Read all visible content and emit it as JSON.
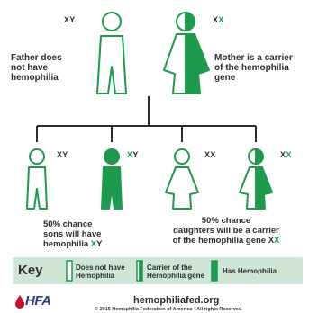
{
  "parents": {
    "father": {
      "chromosomes": "XY",
      "label_line1": "Father does",
      "label_line2": "not have",
      "label_line3": "hemophilia"
    },
    "mother": {
      "chromosome_x1": "X",
      "chromosome_x2": "X",
      "label_line1": "Mother is a carrier",
      "label_line2": "of the hemophilia",
      "label_line3": "gene"
    }
  },
  "children": {
    "son1": {
      "chromosomes": "XY"
    },
    "son2": {
      "chromosome_x": "X",
      "chromosome_y": "Y"
    },
    "daughter1": {
      "chromosomes": "XX"
    },
    "daughter2": {
      "chromosome_x1": "X",
      "chromosome_x2": "X"
    }
  },
  "notes": {
    "sons": {
      "line1": "50% chance",
      "line2": "sons will have",
      "line3": "hemophilia",
      "suffix_x": "X",
      "suffix_y": "Y"
    },
    "daughters": {
      "line1": "50% chance",
      "line2": "daughters will be a carrier",
      "line3": "of the hemophilia gene",
      "suffix_x1": "X",
      "suffix_x2": "X"
    }
  },
  "key": {
    "title": "Key",
    "not_have_line1": "Does not have",
    "not_have_line2": "Hemophilia",
    "carrier_line1": "Carrier of the",
    "carrier_line2": "Hemophilia gene",
    "has": "Has Hemophilia"
  },
  "footer": {
    "logo": "HFA",
    "url": "hemophiliafed.org",
    "copyright": "© 2015 Hemophilia Federation of America · All rights Reserved"
  },
  "colors": {
    "green": "#1e9a4f",
    "outline": "#1e9a4f",
    "key_bg": "#cfe6d6",
    "text": "#2d2d2d"
  }
}
